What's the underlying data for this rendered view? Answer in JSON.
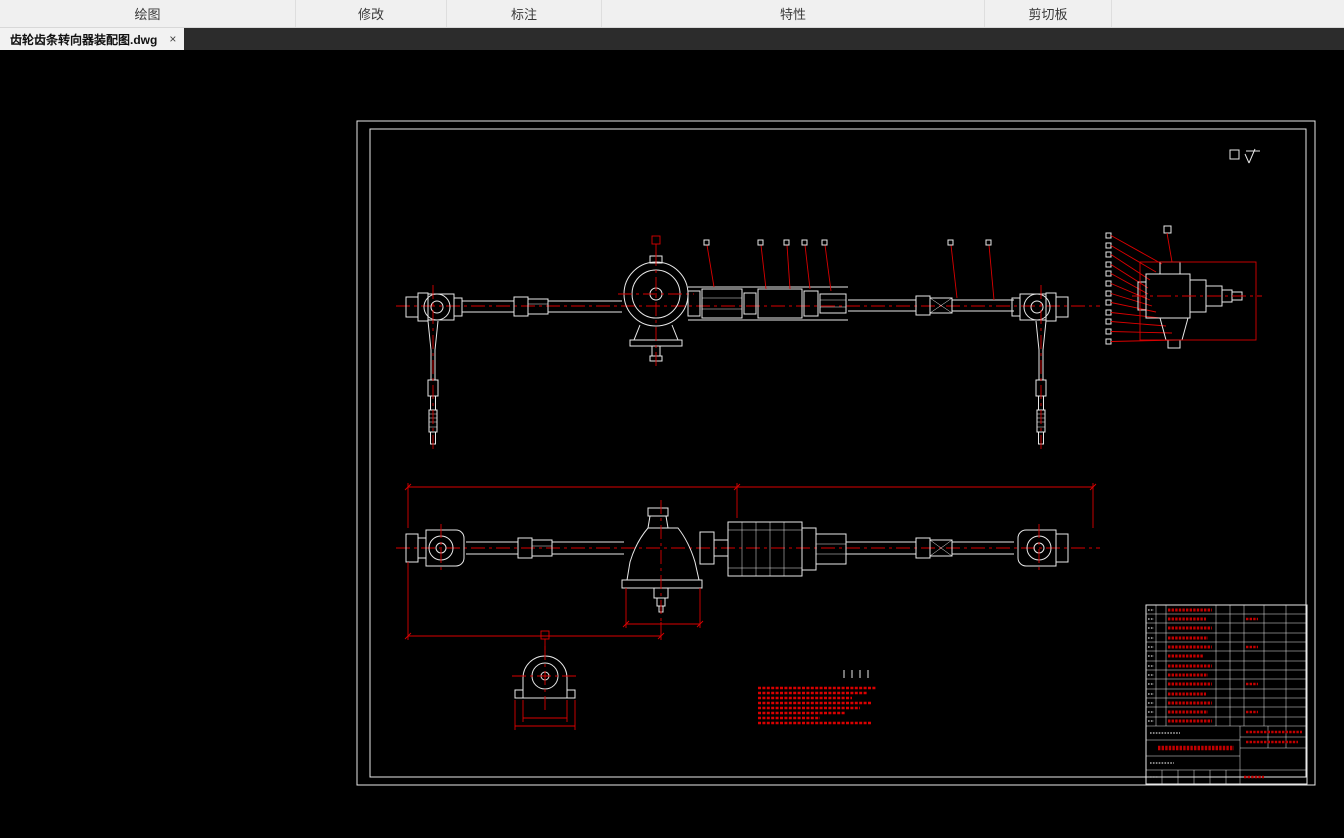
{
  "ribbon": {
    "groups": [
      {
        "label": "绘图"
      },
      {
        "label": "修改"
      },
      {
        "label": "标注"
      },
      {
        "label": "特性"
      },
      {
        "label": "剪切板"
      }
    ]
  },
  "tab_bar": {
    "active_tab": {
      "filename": "齿轮齿条转向器装配图.dwg",
      "close_label": "×"
    }
  },
  "palette": {
    "canvas_background": "#000000",
    "drawing_line_color": "#e8e8e8",
    "annotation_color": "#da0000",
    "ribbon_background": "#f0f0f0",
    "tab_bar_background": "#2c2c2c"
  }
}
